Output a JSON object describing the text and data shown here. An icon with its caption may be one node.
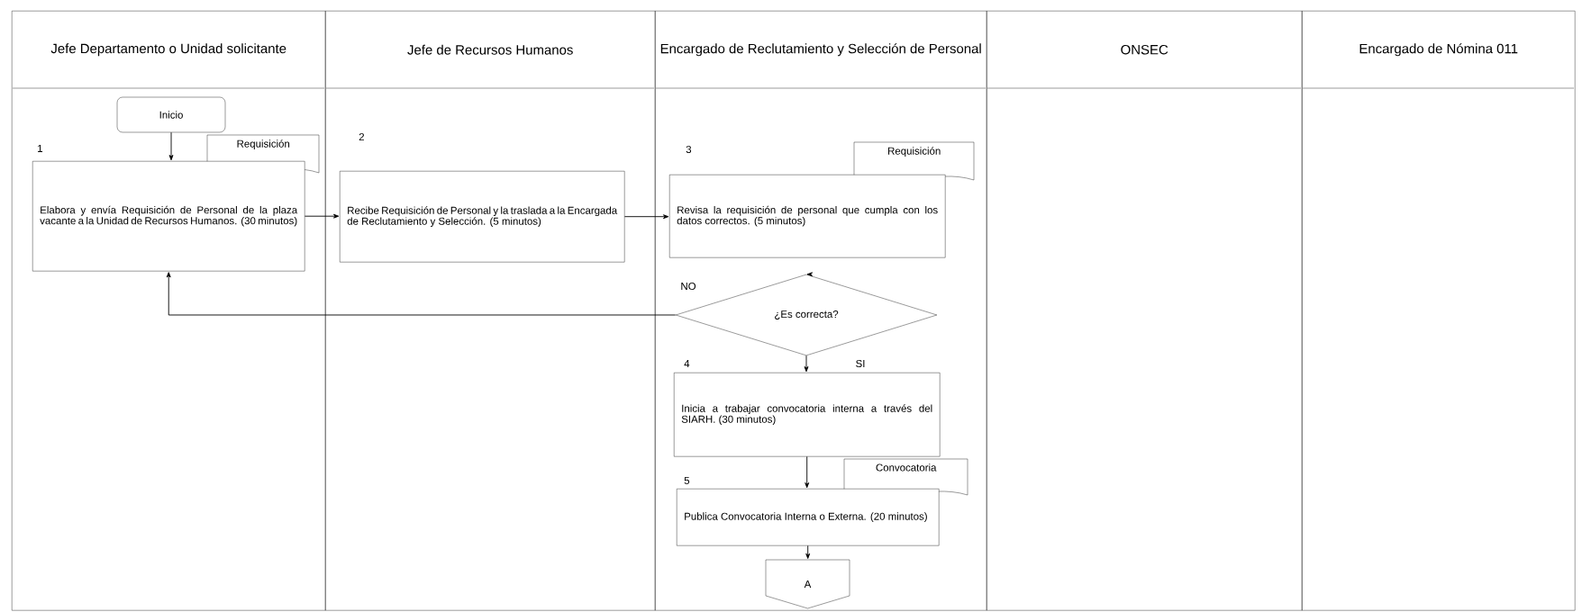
{
  "diagram": {
    "nodes": [
      {
        "text": [
          "Jefe Departamento o Unidad solicitante"
        ]
      },
      {
        "text": [
          "Jefe de Recursos Humanos"
        ]
      },
      {
        "text": [
          "Encargado de Reclutamiento y Selección de Personal"
        ]
      },
      {
        "text": [
          "ONSEC"
        ]
      },
      {
        "text": [
          "Encargado de Nómina 011"
        ]
      },
      {
        "text": [
          "Inicio"
        ],
        "in": 0
      },
      {
        "text": [
          "Requisición"
        ],
        "in": 0
      },
      {
        "text": [
          "Elabora y envía Requisición de Personal de la plaza vacante a la Unidad de Recursos Humanos. (30 minutos)"
        ],
        "in": 0,
        "beside": [
          "1"
        ]
      },
      {
        "text": [
          "Recibe Requisición de Personal y la traslada a la Encargada de Reclutamiento y Selección. (5 minutos)"
        ],
        "in": 1,
        "beside": [
          "2"
        ]
      },
      {
        "text": [
          "Requisición"
        ],
        "in": 2
      },
      {
        "text": [
          "Revisa la requisición de personal que cumpla con los datos correctos. (5 minutos)"
        ],
        "in": 2,
        "beside": [
          "3"
        ]
      },
      {
        "text": [
          "¿Es correcta?"
        ],
        "in": 2
      },
      {
        "text": [
          "Inicia a trabajar convocatoria interna a través del SIARH. (30 minutos)"
        ],
        "in": 2,
        "beside": [
          "4"
        ]
      },
      {
        "text": [
          "Convocatoria"
        ],
        "in": 2
      },
      {
        "text": [
          "Publica Convocatoria Interna o Externa. (20 minutos)"
        ],
        "in": 2,
        "beside": [
          "5"
        ]
      },
      {
        "text": [
          "A"
        ],
        "in": 2
      }
    ],
    "edges": [
      {
        "from": 5,
        "to": 7,
        "arrow": "to"
      },
      {
        "from": 7,
        "to": 8,
        "arrow": "to"
      },
      {
        "from": 8,
        "to": 10,
        "arrow": "to"
      },
      {
        "from": 10,
        "to": 11,
        "arrow": "to"
      },
      {
        "from": 11,
        "to": 12,
        "arrow": "to",
        "label": "SI"
      },
      {
        "from": 11,
        "to": 7,
        "arrow": "to",
        "label": "NO"
      },
      {
        "from": 12,
        "to": 14,
        "arrow": "to"
      },
      {
        "from": 14,
        "to": 15,
        "arrow": "to"
      }
    ]
  }
}
